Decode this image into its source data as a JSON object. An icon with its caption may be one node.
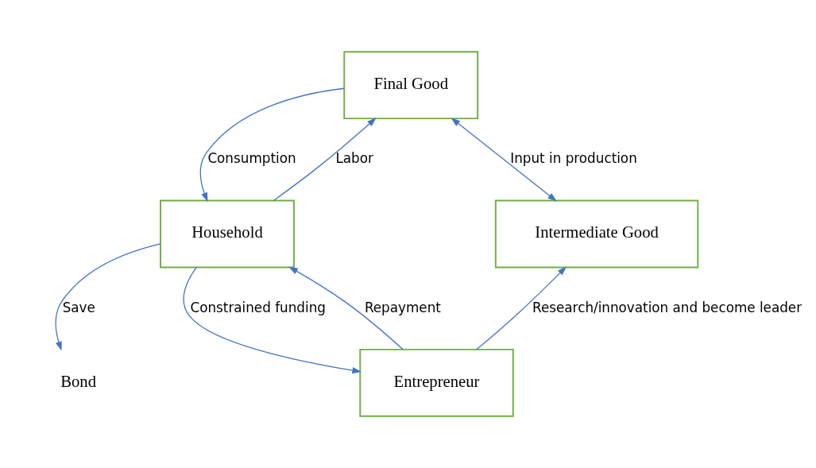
{
  "diagram": {
    "nodes": [
      {
        "text": [
          "Final Good"
        ]
      },
      {
        "text": [
          "Household"
        ]
      },
      {
        "text": [
          "Intermediate Good"
        ]
      },
      {
        "text": [
          "Bond"
        ]
      },
      {
        "text": [
          "Entrepreneur"
        ]
      }
    ],
    "edges": [
      {
        "from": 1,
        "to": 0,
        "arrow": "to",
        "label": "Labor"
      },
      {
        "from": 0,
        "to": 1,
        "arrow": "to",
        "label": "Consumption"
      },
      {
        "from": 0,
        "to": 2,
        "arrow": "both",
        "label": "Input in production"
      },
      {
        "from": 1,
        "to": 3,
        "arrow": "to",
        "label": "Save"
      },
      {
        "from": 1,
        "to": 4,
        "arrow": "to",
        "label": "Constrained funding"
      },
      {
        "from": 4,
        "to": 1,
        "arrow": "to",
        "label": "Repayment"
      },
      {
        "from": 4,
        "to": 2,
        "arrow": "to",
        "label": "Research/innovation and become leader"
      }
    ]
  }
}
